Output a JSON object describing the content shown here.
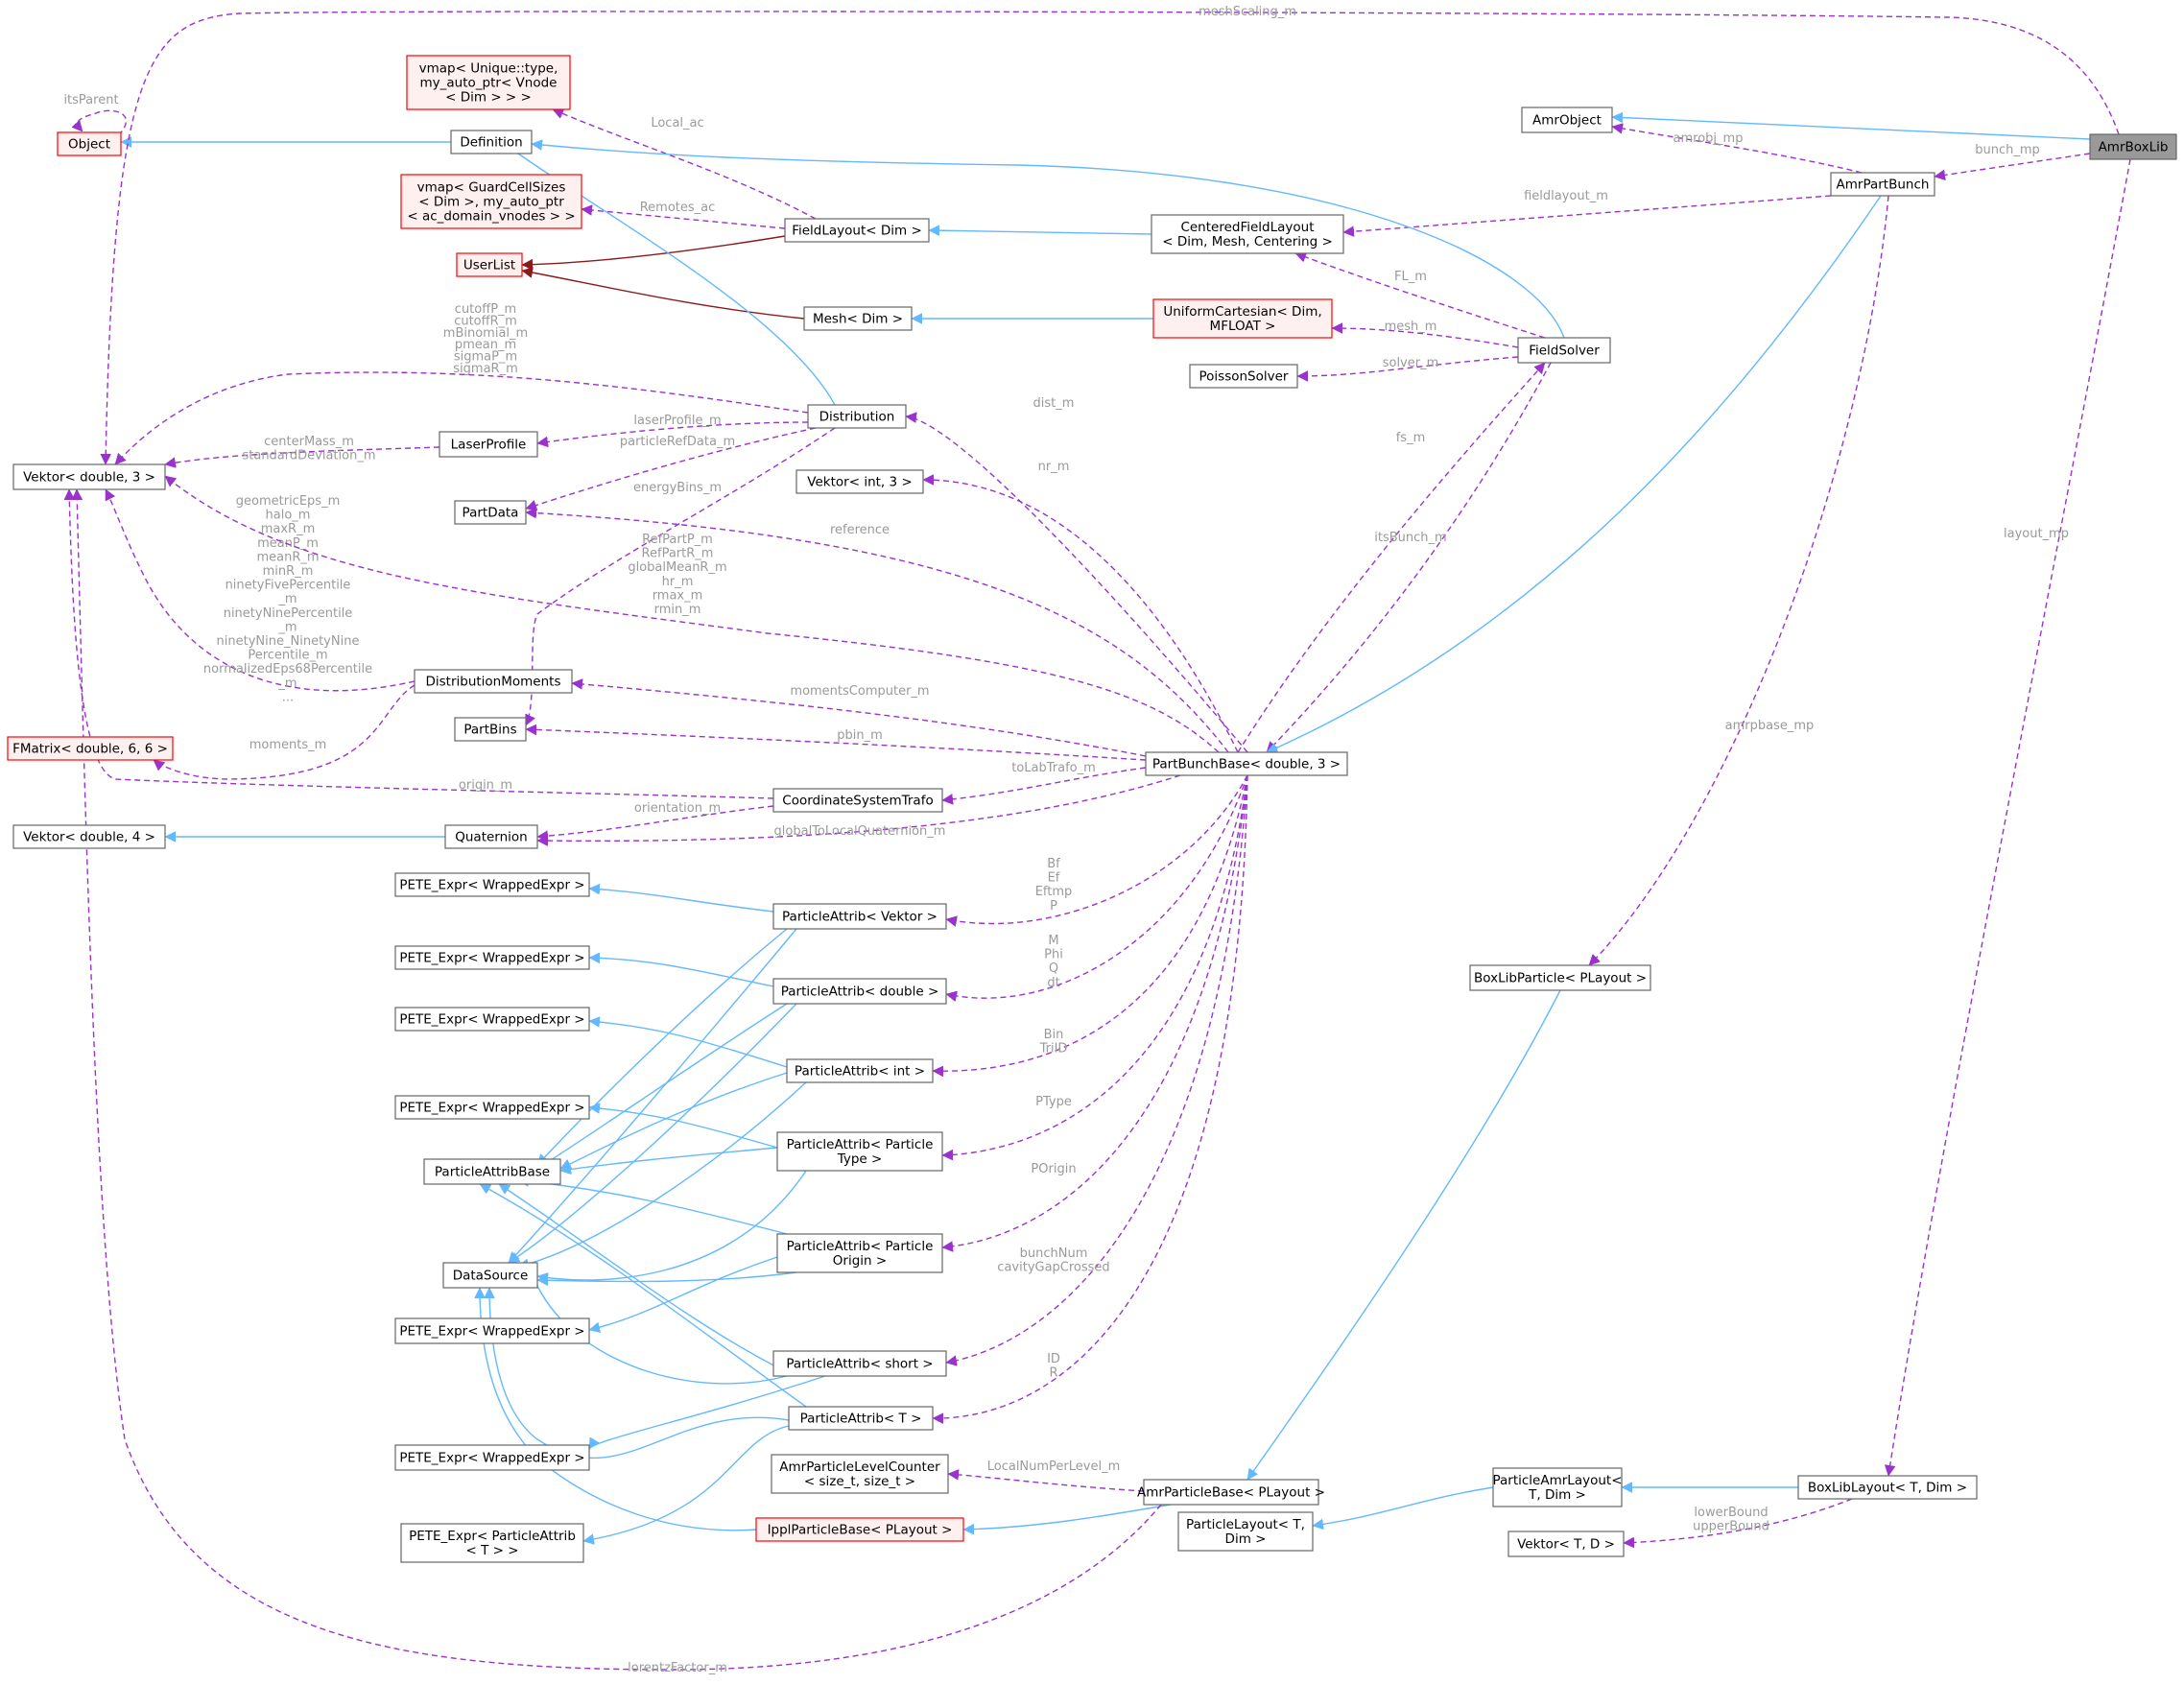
{
  "colors": {
    "inherit": "#63b8ff",
    "use": "#9a32cd",
    "owner": "#8b1a1a",
    "label": "#9a9a9a",
    "node_border": "#666666",
    "node_fill": "#ffffff",
    "incomplete_border": "#ff0000",
    "incomplete_fill": "#fff0f0",
    "root_fill": "#999999",
    "root_border": "#666666"
  },
  "nodes": [
    {
      "id": "AmrBoxLib",
      "lines": [
        "AmrBoxLib"
      ],
      "style": "root"
    },
    {
      "id": "Object",
      "lines": [
        "Object"
      ],
      "style": "red"
    },
    {
      "id": "Definition",
      "lines": [
        "Definition"
      ],
      "style": "normal"
    },
    {
      "id": "vmapVnode",
      "lines": [
        "vmap< Unique::type,",
        "my_auto_ptr< Vnode",
        "< Dim > > >"
      ],
      "style": "red"
    },
    {
      "id": "vmapGuard",
      "lines": [
        "vmap< GuardCellSizes",
        "< Dim >, my_auto_ptr",
        "< ac_domain_vnodes > >"
      ],
      "style": "red"
    },
    {
      "id": "UserList",
      "lines": [
        "UserList"
      ],
      "style": "red"
    },
    {
      "id": "FieldLayout",
      "lines": [
        "FieldLayout< Dim >"
      ],
      "style": "normal"
    },
    {
      "id": "CenteredFieldLayout",
      "lines": [
        "CenteredFieldLayout",
        "< Dim, Mesh, Centering >"
      ],
      "style": "normal"
    },
    {
      "id": "AmrObject",
      "lines": [
        "AmrObject"
      ],
      "style": "normal"
    },
    {
      "id": "AmrPartBunch",
      "lines": [
        "AmrPartBunch"
      ],
      "style": "normal"
    },
    {
      "id": "MeshDim",
      "lines": [
        "Mesh< Dim >"
      ],
      "style": "normal"
    },
    {
      "id": "UniformCartesian",
      "lines": [
        "UniformCartesian< Dim,",
        "MFLOAT >"
      ],
      "style": "red"
    },
    {
      "id": "FieldSolver",
      "lines": [
        "FieldSolver"
      ],
      "style": "normal"
    },
    {
      "id": "PoissonSolver",
      "lines": [
        "PoissonSolver"
      ],
      "style": "normal"
    },
    {
      "id": "Distribution",
      "lines": [
        "Distribution"
      ],
      "style": "normal"
    },
    {
      "id": "LaserProfile",
      "lines": [
        "LaserProfile"
      ],
      "style": "normal"
    },
    {
      "id": "VektorD3",
      "lines": [
        "Vektor< double, 3 >"
      ],
      "style": "normal"
    },
    {
      "id": "VektorI3",
      "lines": [
        "Vektor< int, 3 >"
      ],
      "style": "normal"
    },
    {
      "id": "PartData",
      "lines": [
        "PartData"
      ],
      "style": "normal"
    },
    {
      "id": "DistributionMoments",
      "lines": [
        "DistributionMoments"
      ],
      "style": "normal"
    },
    {
      "id": "FMatrix",
      "lines": [
        "FMatrix< double, 6, 6 >"
      ],
      "style": "red"
    },
    {
      "id": "PartBins",
      "lines": [
        "PartBins"
      ],
      "style": "normal"
    },
    {
      "id": "PartBunchBase",
      "lines": [
        "PartBunchBase< double, 3 >"
      ],
      "style": "normal"
    },
    {
      "id": "CoordinateSystemTrafo",
      "lines": [
        "CoordinateSystemTrafo"
      ],
      "style": "normal"
    },
    {
      "id": "VektorD4",
      "lines": [
        "Vektor< double, 4 >"
      ],
      "style": "normal"
    },
    {
      "id": "Quaternion",
      "lines": [
        "Quaternion"
      ],
      "style": "normal"
    },
    {
      "id": "PETE1",
      "lines": [
        "PETE_Expr< WrappedExpr >"
      ],
      "style": "normal"
    },
    {
      "id": "PAVektor",
      "lines": [
        "ParticleAttrib< Vektor >"
      ],
      "style": "normal"
    },
    {
      "id": "PETE2",
      "lines": [
        "PETE_Expr< WrappedExpr >"
      ],
      "style": "normal"
    },
    {
      "id": "PADouble",
      "lines": [
        "ParticleAttrib< double >"
      ],
      "style": "normal"
    },
    {
      "id": "PETE3",
      "lines": [
        "PETE_Expr< WrappedExpr >"
      ],
      "style": "normal"
    },
    {
      "id": "PAInt",
      "lines": [
        "ParticleAttrib< int >"
      ],
      "style": "normal"
    },
    {
      "id": "PETE4",
      "lines": [
        "PETE_Expr< WrappedExpr >"
      ],
      "style": "normal"
    },
    {
      "id": "PAPType",
      "lines": [
        "ParticleAttrib< Particle",
        "Type >"
      ],
      "style": "normal"
    },
    {
      "id": "ParticleAttribBase",
      "lines": [
        "ParticleAttribBase"
      ],
      "style": "normal"
    },
    {
      "id": "PAPOrigin",
      "lines": [
        "ParticleAttrib< Particle",
        "Origin >"
      ],
      "style": "normal"
    },
    {
      "id": "DataSource",
      "lines": [
        "DataSource"
      ],
      "style": "normal"
    },
    {
      "id": "PETE5",
      "lines": [
        "PETE_Expr< WrappedExpr >"
      ],
      "style": "normal"
    },
    {
      "id": "PAShort",
      "lines": [
        "ParticleAttrib< short >"
      ],
      "style": "normal"
    },
    {
      "id": "PAT",
      "lines": [
        "ParticleAttrib< T >"
      ],
      "style": "normal"
    },
    {
      "id": "PETE6",
      "lines": [
        "PETE_Expr< WrappedExpr >"
      ],
      "style": "normal"
    },
    {
      "id": "PETE7",
      "lines": [
        "PETE_Expr< ParticleAttrib",
        "< T > >"
      ],
      "style": "normal"
    },
    {
      "id": "AmrPLC",
      "lines": [
        "AmrParticleLevelCounter",
        "< size_t, size_t >"
      ],
      "style": "normal"
    },
    {
      "id": "IpplParticleBase",
      "lines": [
        "IpplParticleBase< PLayout >"
      ],
      "style": "red"
    },
    {
      "id": "AmrParticleBase",
      "lines": [
        "AmrParticleBase< PLayout >"
      ],
      "style": "normal"
    },
    {
      "id": "ParticleLayout",
      "lines": [
        "ParticleLayout< T,",
        "Dim >"
      ],
      "style": "normal"
    },
    {
      "id": "ParticleAmrLayout",
      "lines": [
        "ParticleAmrLayout<",
        "T, Dim >"
      ],
      "style": "normal"
    },
    {
      "id": "BoxLibLayout",
      "lines": [
        "BoxLibLayout< T, Dim >"
      ],
      "style": "normal"
    },
    {
      "id": "VektorTD",
      "lines": [
        "Vektor< T, D >"
      ],
      "style": "normal"
    },
    {
      "id": "BoxLibParticle",
      "lines": [
        "BoxLibParticle< PLayout >"
      ],
      "style": "normal"
    }
  ],
  "edges": [
    {
      "from": "Object",
      "to": "Object",
      "type": "use",
      "label": [
        "itsParent"
      ]
    },
    {
      "from": "Definition",
      "to": "Object",
      "type": "inherit"
    },
    {
      "from": "FieldLayout",
      "to": "vmapVnode",
      "type": "use",
      "label": [
        "Local_ac"
      ]
    },
    {
      "from": "FieldLayout",
      "to": "vmapGuard",
      "type": "use",
      "label": [
        "Remotes_ac"
      ]
    },
    {
      "from": "FieldLayout",
      "to": "UserList",
      "type": "owner"
    },
    {
      "from": "MeshDim",
      "to": "UserList",
      "type": "owner"
    },
    {
      "from": "CenteredFieldLayout",
      "to": "FieldLayout",
      "type": "inherit"
    },
    {
      "from": "AmrPartBunch",
      "to": "CenteredFieldLayout",
      "type": "use",
      "label": [
        "fieldlayout_m"
      ]
    },
    {
      "from": "AmrPartBunch",
      "to": "AmrObject",
      "type": "use",
      "label": [
        "amrobj_mp"
      ]
    },
    {
      "from": "AmrBoxLib",
      "to": "AmrObject",
      "type": "inherit"
    },
    {
      "from": "AmrBoxLib",
      "to": "AmrPartBunch",
      "type": "use",
      "label": [
        "bunch_mp"
      ]
    },
    {
      "from": "AmrBoxLib",
      "to": "VektorD3",
      "type": "use",
      "label": [
        "meshScaling_m"
      ]
    },
    {
      "from": "UniformCartesian",
      "to": "MeshDim",
      "type": "inherit"
    },
    {
      "from": "FieldSolver",
      "to": "Definition",
      "type": "inherit"
    },
    {
      "from": "FieldSolver",
      "to": "CenteredFieldLayout",
      "type": "use",
      "label": [
        "FL_m"
      ]
    },
    {
      "from": "FieldSolver",
      "to": "UniformCartesian",
      "type": "use",
      "label": [
        "mesh_m"
      ]
    },
    {
      "from": "FieldSolver",
      "to": "PoissonSolver",
      "type": "use",
      "label": [
        "solver_m"
      ]
    },
    {
      "from": "Distribution",
      "to": "Definition",
      "type": "inherit"
    },
    {
      "from": "Distribution",
      "to": "VektorD3",
      "type": "use",
      "label": [
        "cutoffP_m",
        "cutoffR_m",
        "mBinomial_m",
        "pmean_m",
        "sigmaP_m",
        "sigmaR_m"
      ]
    },
    {
      "from": "Distribution",
      "to": "LaserProfile",
      "type": "use",
      "label": [
        "laserProfile_m"
      ]
    },
    {
      "from": "Distribution",
      "to": "PartData",
      "type": "use",
      "label": [
        "particleRefData_m"
      ]
    },
    {
      "from": "Distribution",
      "to": "PartBins",
      "type": "use",
      "label": [
        "energyBins_m"
      ]
    },
    {
      "from": "LaserProfile",
      "to": "VektorD3",
      "type": "use",
      "label": [
        "centerMass_m",
        "standardDeviation_m"
      ]
    },
    {
      "from": "DistributionMoments",
      "to": "VektorD3",
      "type": "use",
      "label": [
        "geometricEps_m",
        "halo_m",
        "maxR_m",
        "meanP_m",
        "meanR_m",
        "minR_m",
        "ninetyFivePercentile",
        "_m",
        "ninetyNinePercentile",
        "_m",
        "ninetyNine_NinetyNine",
        "Percentile_m",
        "normalizedEps68Percentile",
        "_m",
        "..."
      ]
    },
    {
      "from": "DistributionMoments",
      "to": "FMatrix",
      "type": "use",
      "label": [
        "moments_m"
      ]
    },
    {
      "from": "CoordinateSystemTrafo",
      "to": "VektorD3",
      "type": "use",
      "label": [
        "origin_m"
      ]
    },
    {
      "from": "CoordinateSystemTrafo",
      "to": "Quaternion",
      "type": "use",
      "label": [
        "orientation_m"
      ]
    },
    {
      "from": "Quaternion",
      "to": "VektorD4",
      "type": "inherit"
    },
    {
      "from": "PartBunchBase",
      "to": "Distribution",
      "type": "use",
      "label": [
        "dist_m"
      ]
    },
    {
      "from": "PartBunchBase",
      "to": "VektorI3",
      "type": "use",
      "label": [
        "nr_m"
      ]
    },
    {
      "from": "PartBunchBase",
      "to": "PartData",
      "type": "use",
      "label": [
        "reference"
      ]
    },
    {
      "from": "PartBunchBase",
      "to": "VektorD3",
      "type": "use",
      "label": [
        "RefPartP_m",
        "RefPartR_m",
        "globalMeanR_m",
        "hr_m",
        "rmax_m",
        "rmin_m"
      ]
    },
    {
      "from": "PartBunchBase",
      "to": "DistributionMoments",
      "type": "use",
      "label": [
        "momentsComputer_m"
      ]
    },
    {
      "from": "PartBunchBase",
      "to": "PartBins",
      "type": "use",
      "label": [
        "pbin_m"
      ]
    },
    {
      "from": "PartBunchBase",
      "to": "CoordinateSystemTrafo",
      "type": "use",
      "label": [
        "toLabTrafo_m"
      ]
    },
    {
      "from": "PartBunchBase",
      "to": "Quaternion",
      "type": "use",
      "label": [
        "globalToLocalQuaternion_m"
      ]
    },
    {
      "from": "PartBunchBase",
      "to": "FieldSolver",
      "type": "use",
      "label": [
        "fs_m"
      ]
    },
    {
      "from": "FieldSolver",
      "to": "PartBunchBase",
      "type": "use",
      "label": [
        "itsBunch_m"
      ]
    },
    {
      "from": "AmrPartBunch",
      "to": "PartBunchBase",
      "type": "inherit"
    },
    {
      "from": "PartBunchBase",
      "to": "PAVektor",
      "type": "use",
      "label": [
        "Bf",
        "Ef",
        "Eftmp",
        "P"
      ]
    },
    {
      "from": "PartBunchBase",
      "to": "PADouble",
      "type": "use",
      "label": [
        "M",
        "Phi",
        "Q",
        "dt"
      ]
    },
    {
      "from": "PartBunchBase",
      "to": "PAInt",
      "type": "use",
      "label": [
        "Bin",
        "TriID"
      ]
    },
    {
      "from": "PartBunchBase",
      "to": "PAPType",
      "type": "use",
      "label": [
        "PType"
      ]
    },
    {
      "from": "PartBunchBase",
      "to": "PAPOrigin",
      "type": "use",
      "label": [
        "POrigin"
      ]
    },
    {
      "from": "PartBunchBase",
      "to": "PAShort",
      "type": "use",
      "label": [
        "bunchNum",
        "cavityGapCrossed"
      ]
    },
    {
      "from": "PartBunchBase",
      "to": "PAT",
      "type": "use",
      "label": [
        "ID",
        "R"
      ]
    },
    {
      "from": "PAVektor",
      "to": "PETE1",
      "type": "inherit"
    },
    {
      "from": "PADouble",
      "to": "PETE2",
      "type": "inherit"
    },
    {
      "from": "PAInt",
      "to": "PETE3",
      "type": "inherit"
    },
    {
      "from": "PAPType",
      "to": "PETE4",
      "type": "inherit"
    },
    {
      "from": "PAShort",
      "to": "PETE6",
      "type": "inherit"
    },
    {
      "from": "PAPOrigin",
      "to": "PETE5",
      "type": "inherit"
    },
    {
      "from": "PAT",
      "to": "PETE7",
      "type": "inherit"
    },
    {
      "from": "PAVektor",
      "to": "ParticleAttribBase",
      "type": "inherit"
    },
    {
      "from": "PADouble",
      "to": "ParticleAttribBase",
      "type": "inherit"
    },
    {
      "from": "PAInt",
      "to": "ParticleAttribBase",
      "type": "inherit"
    },
    {
      "from": "PAPType",
      "to": "ParticleAttribBase",
      "type": "inherit"
    },
    {
      "from": "PAPOrigin",
      "to": "ParticleAttribBase",
      "type": "inherit"
    },
    {
      "from": "PAShort",
      "to": "ParticleAttribBase",
      "type": "inherit"
    },
    {
      "from": "PAT",
      "to": "ParticleAttribBase",
      "type": "inherit"
    },
    {
      "from": "PAVektor",
      "to": "DataSource",
      "type": "inherit"
    },
    {
      "from": "PADouble",
      "to": "DataSource",
      "type": "inherit"
    },
    {
      "from": "PAInt",
      "to": "DataSource",
      "type": "inherit"
    },
    {
      "from": "PAPType",
      "to": "DataSource",
      "type": "inherit"
    },
    {
      "from": "PAPOrigin",
      "to": "DataSource",
      "type": "inherit"
    },
    {
      "from": "PAShort",
      "to": "DataSource",
      "type": "inherit"
    },
    {
      "from": "PAT",
      "to": "DataSource",
      "type": "inherit"
    },
    {
      "from": "IpplParticleBase",
      "to": "DataSource",
      "type": "inherit"
    },
    {
      "from": "AmrParticleBase",
      "to": "AmrPLC",
      "type": "use",
      "label": [
        "LocalNumPerLevel_m"
      ]
    },
    {
      "from": "AmrParticleBase",
      "to": "IpplParticleBase",
      "type": "inherit"
    },
    {
      "from": "AmrParticleBase",
      "to": "VektorD3",
      "type": "use",
      "label": [
        "lorentzFactor_m"
      ]
    },
    {
      "from": "BoxLibParticle",
      "to": "AmrParticleBase",
      "type": "inherit"
    },
    {
      "from": "AmrPartBunch",
      "to": "BoxLibParticle",
      "type": "use",
      "label": [
        "amrpbase_mp"
      ]
    },
    {
      "from": "ParticleAmrLayout",
      "to": "ParticleLayout",
      "type": "inherit"
    },
    {
      "from": "BoxLibLayout",
      "to": "ParticleAmrLayout",
      "type": "inherit"
    },
    {
      "from": "BoxLibLayout",
      "to": "VektorTD",
      "type": "use",
      "label": [
        "lowerBound",
        "upperBound"
      ]
    },
    {
      "from": "AmrBoxLib",
      "to": "BoxLibLayout",
      "type": "use",
      "label": [
        "layout_mp"
      ]
    }
  ]
}
